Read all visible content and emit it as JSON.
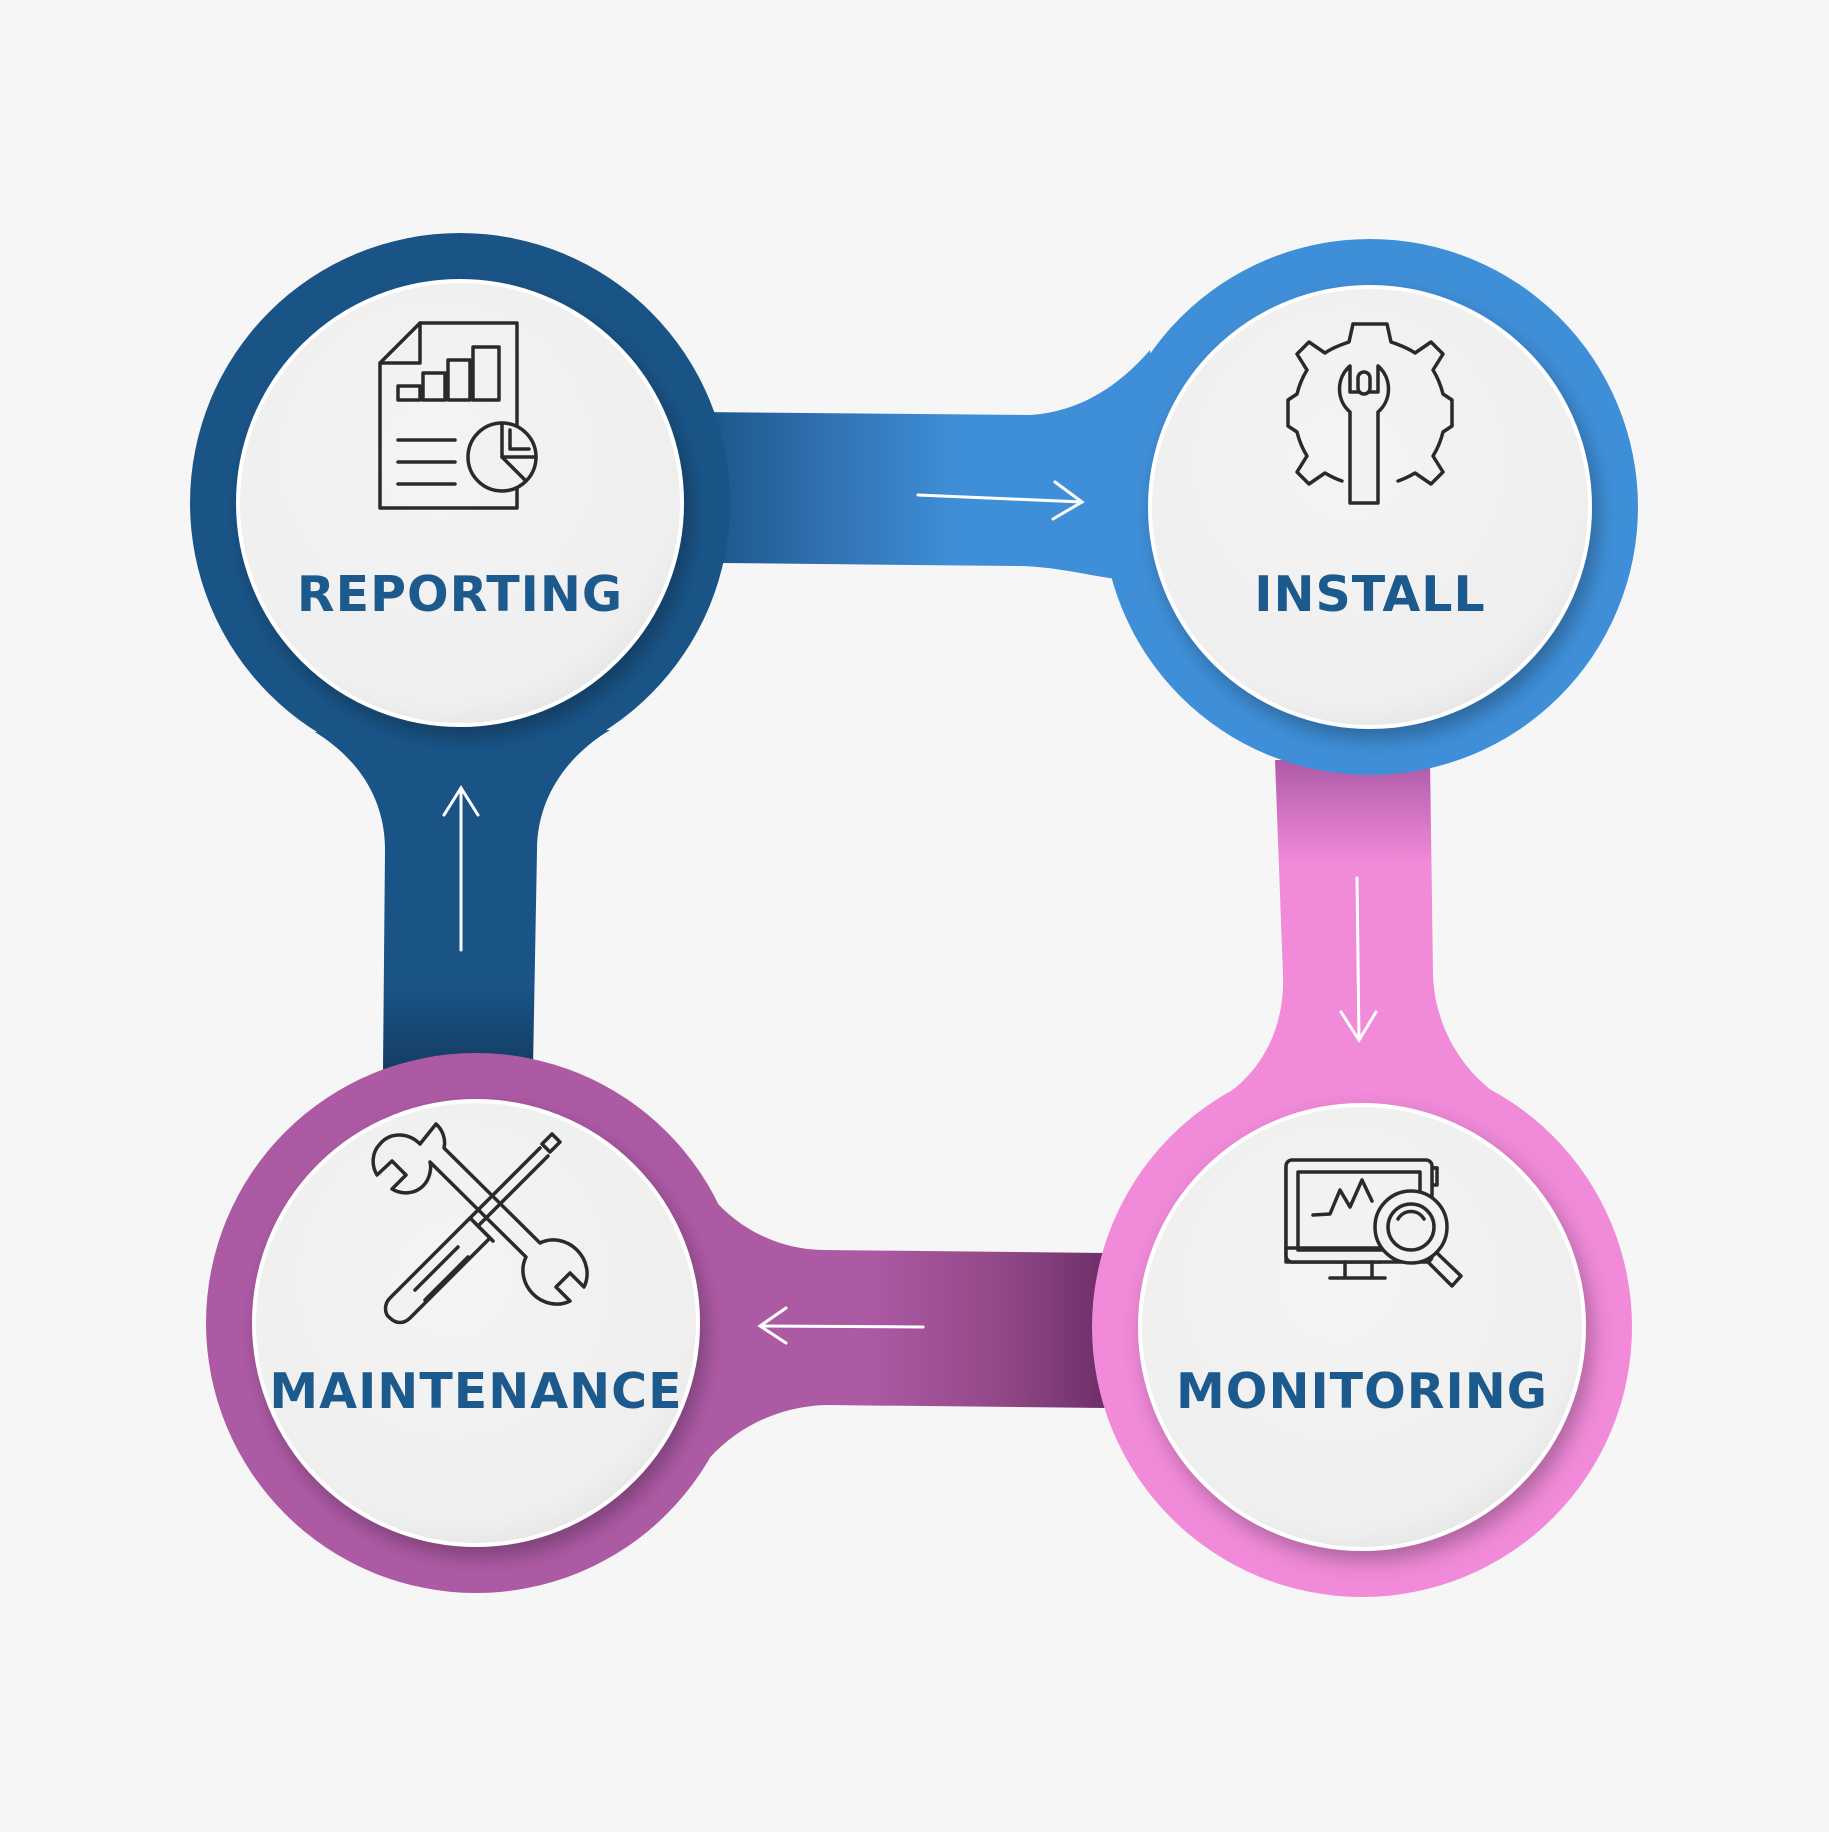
{
  "diagram": {
    "title": "",
    "steps": [
      {
        "id": "reporting",
        "label": "REPORTING",
        "icon": "report-chart-icon",
        "ring_color": "#1a5487"
      },
      {
        "id": "install",
        "label": "INSTALL",
        "icon": "gear-wrench-icon",
        "ring_color": "#3f8fd8"
      },
      {
        "id": "monitoring",
        "label": "MONITORING",
        "icon": "monitor-magnifier-icon",
        "ring_color": "#f08ad9"
      },
      {
        "id": "maintenance",
        "label": "MAINTENANCE",
        "icon": "wrench-screwdriver-icon",
        "ring_color": "#ad5aa5"
      }
    ],
    "flow": [
      {
        "from": "reporting",
        "to": "install",
        "direction": "right"
      },
      {
        "from": "install",
        "to": "monitoring",
        "direction": "down"
      },
      {
        "from": "monitoring",
        "to": "maintenance",
        "direction": "left"
      },
      {
        "from": "maintenance",
        "to": "reporting",
        "direction": "up"
      }
    ],
    "colors": {
      "background": "#f6f6f6",
      "inner_circle": "#f2f2f2",
      "label_text": "#1c5a8e",
      "icon_stroke": "#2a2a2a",
      "arrow": "#ffffff"
    }
  }
}
